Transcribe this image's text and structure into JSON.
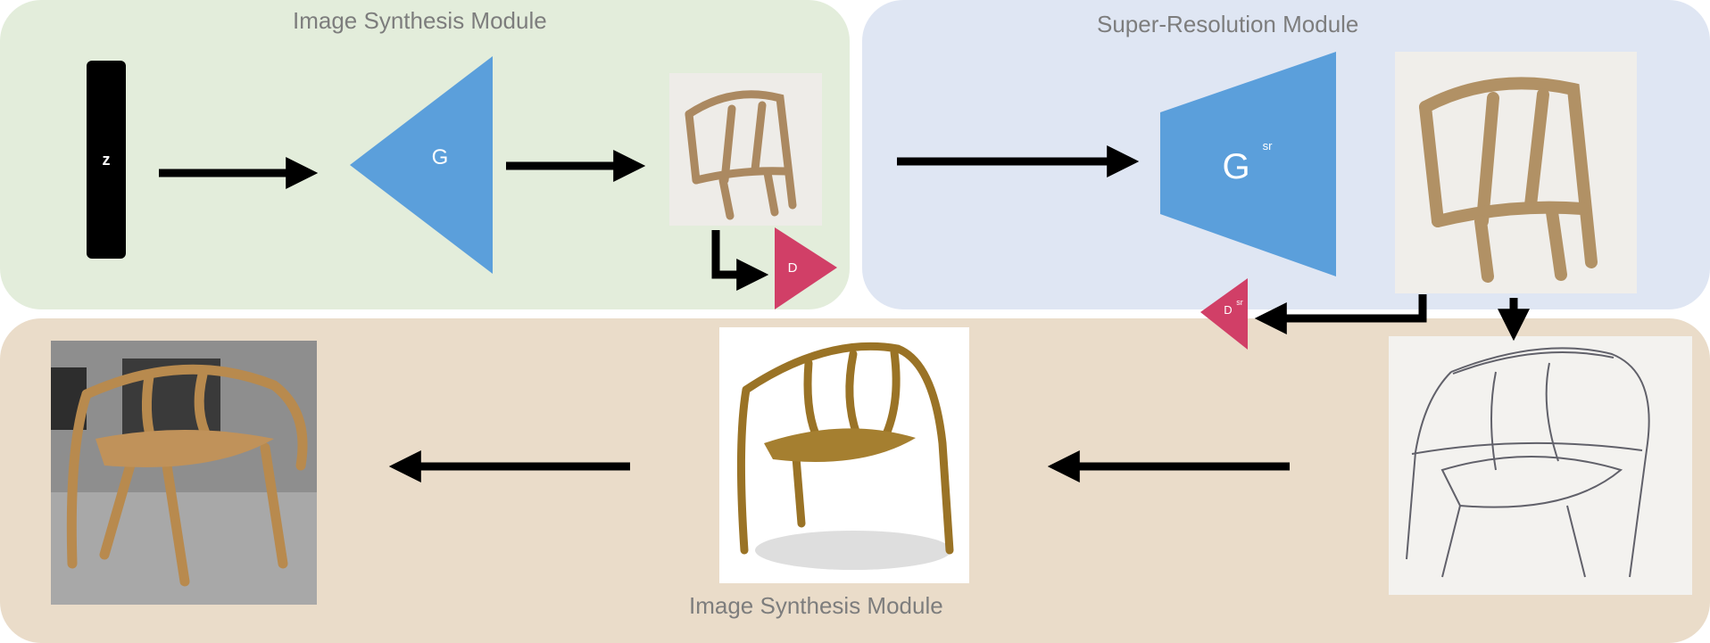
{
  "panels": {
    "image_synthesis_top": {
      "title": "Image Synthesis Module",
      "color": "#e3eddb"
    },
    "super_resolution": {
      "title": "Super-Resolution Module",
      "color": "#dfe6f3"
    },
    "image_synthesis_bottom": {
      "title": "Image Synthesis Module",
      "color": "#eadcc9"
    }
  },
  "nodes": {
    "z": "z",
    "generator": "G",
    "discriminator": "D",
    "sr_generator": "G",
    "sr_generator_sup": "sr",
    "sr_discriminator": "D",
    "sr_discriminator_sup": "sr"
  },
  "images": [
    "generated-low-res-chair",
    "super-resolved-chair",
    "chair-pencil-sketch",
    "golden-chair-3d-render",
    "fabricated-golden-chair-photo"
  ],
  "colors": {
    "generator": "#5b9fdb",
    "discriminator": "#d13f67",
    "arrow": "#000000",
    "title_text": "#7d7d7d"
  }
}
